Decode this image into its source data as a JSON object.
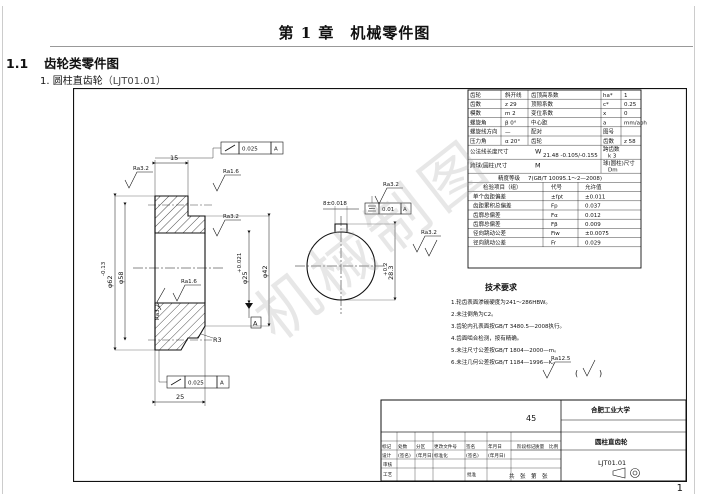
{
  "page": {
    "chapter_title": "第 1 章　机械零件图",
    "section_num": "1.1",
    "section_title": "齿轮类零件图",
    "sub_num": "1.",
    "sub_title": "圆柱直齿轮",
    "sub_code": "（LJT01.01）",
    "page_number": "1",
    "watermark": "机械制图"
  },
  "drawing": {
    "dims": {
      "width_15": "15",
      "width_25": "25",
      "dia_62": "φ62",
      "dia_62_tol": "-0.13",
      "dia_62_tol2": "0",
      "dia_58": "φ58",
      "dia_42": "φ42",
      "bore_25": "φ25",
      "bore_25_tol": "+0.021",
      "bore_25_tol2": "0",
      "key_8": "8±0.018",
      "key_28_3": "28.3",
      "key_28_3_tol": "+0.2",
      "key_28_3_tol2": "0",
      "radius_r3": "R3",
      "datum_a": "A",
      "fc_runout_top": "0.025",
      "fc_runout_bot": "0.025",
      "fc_sym": "0.01",
      "ra_32": "Ra3.2",
      "ra_16": "Ra1.6",
      "ra_125": "Ra12.5"
    },
    "param_table": {
      "rows": [
        [
          "齿轮",
          "斜开线",
          "齿顶高系数",
          "ha*",
          "1"
        ],
        [
          "齿数",
          "z 29",
          "顶隙系数",
          "c*",
          "0.25"
        ],
        [
          "模数",
          "m 2",
          "变位系数",
          "x",
          "0"
        ],
        [
          "螺旋角",
          "β 0°",
          "中心距",
          "a",
          "mm/aph"
        ],
        [
          "螺旋线方向",
          "—",
          "配对",
          "图号",
          ""
        ],
        [
          "压力角",
          "α 20°",
          "齿轮",
          "齿数",
          "z 58"
        ]
      ],
      "span_rows": [
        [
          "公法线长度尺寸",
          "W",
          "21.48 -0.105/-0.155",
          "跨齿数",
          "k 3"
        ],
        [
          "跨球(圆柱)尺寸",
          "M",
          "",
          "球(圆柱)尺寸",
          "Dm"
        ]
      ],
      "accuracy_label": "精度等级",
      "accuracy_value": "7(GB/T 10095.1～2—2008)",
      "inspect_header": [
        "检验项目（组）",
        "代号",
        "允许值"
      ],
      "inspect_rows": [
        [
          "单个齿距偏差",
          "±fpt",
          "±0.011"
        ],
        [
          "齿距累积总偏差",
          "Fp",
          "0.037"
        ],
        [
          "齿廓总偏差",
          "Fα",
          "0.012"
        ],
        [
          "齿廓总偏差",
          "Fβ",
          "0.009"
        ],
        [
          "径向跳动公差",
          "Fiw",
          "±0.0075"
        ],
        [
          "径向跳动公差",
          "Fr",
          "0.029"
        ]
      ]
    },
    "tech": {
      "title": "技术要求",
      "items": [
        "1.轮齿表面渗碳硬度为241～286HBW。",
        "2.未注倒角为C2。",
        "3.齿轮内孔表面按GB/T 3480.5—2008执行。",
        "4.齿面啮合检测，按有精确。",
        "5.未注尺寸公差按GB/T 1804—2000—m。",
        "6.未注几何公差按GB/T 1184—1996—K。"
      ]
    },
    "title_block": {
      "material": "45",
      "school": "合肥工业大学",
      "part_name": "圆柱直齿轮",
      "drawing_no": "LJT01.01",
      "labels_row1": [
        "标记",
        "处数",
        "分区",
        "更改文件号",
        "签名",
        "年月日"
      ],
      "labels_row2": [
        "设计",
        "(签名)",
        "(年月日)",
        "标准化",
        "(签名)",
        "(年月日)"
      ],
      "stage_labels": [
        "阶段标记",
        "质量",
        "比例"
      ],
      "review": "审核",
      "process": "工艺",
      "approve": "批准",
      "sheets": "共　张　第　张"
    }
  }
}
